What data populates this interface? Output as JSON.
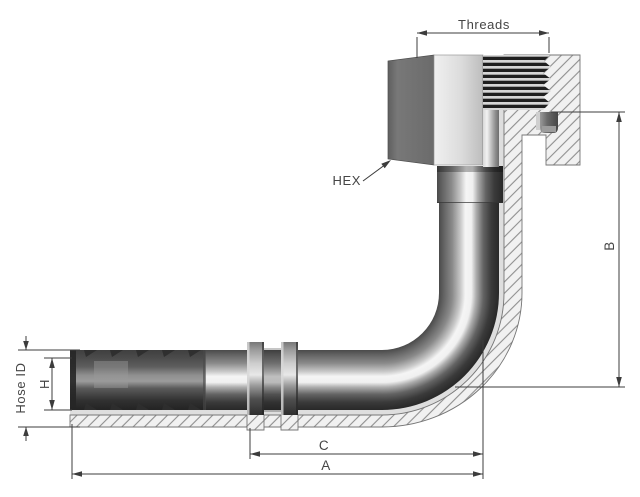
{
  "labels": {
    "threads": "Threads",
    "hex": "HEX",
    "hose_id": "Hose ID",
    "h": "H",
    "a": "A",
    "b": "B",
    "c": "C"
  },
  "colors": {
    "background": "#ffffff",
    "dimension_line": "#3c3c3c",
    "label_text": "#454545",
    "hatch_line": "#8f8f8f",
    "hatch_fill": "#f1f1f1",
    "metal_dark": "#282828",
    "metal_mid": "#8a8a8a",
    "metal_light": "#dcdcdc",
    "highlight": "#f5f5f5"
  }
}
